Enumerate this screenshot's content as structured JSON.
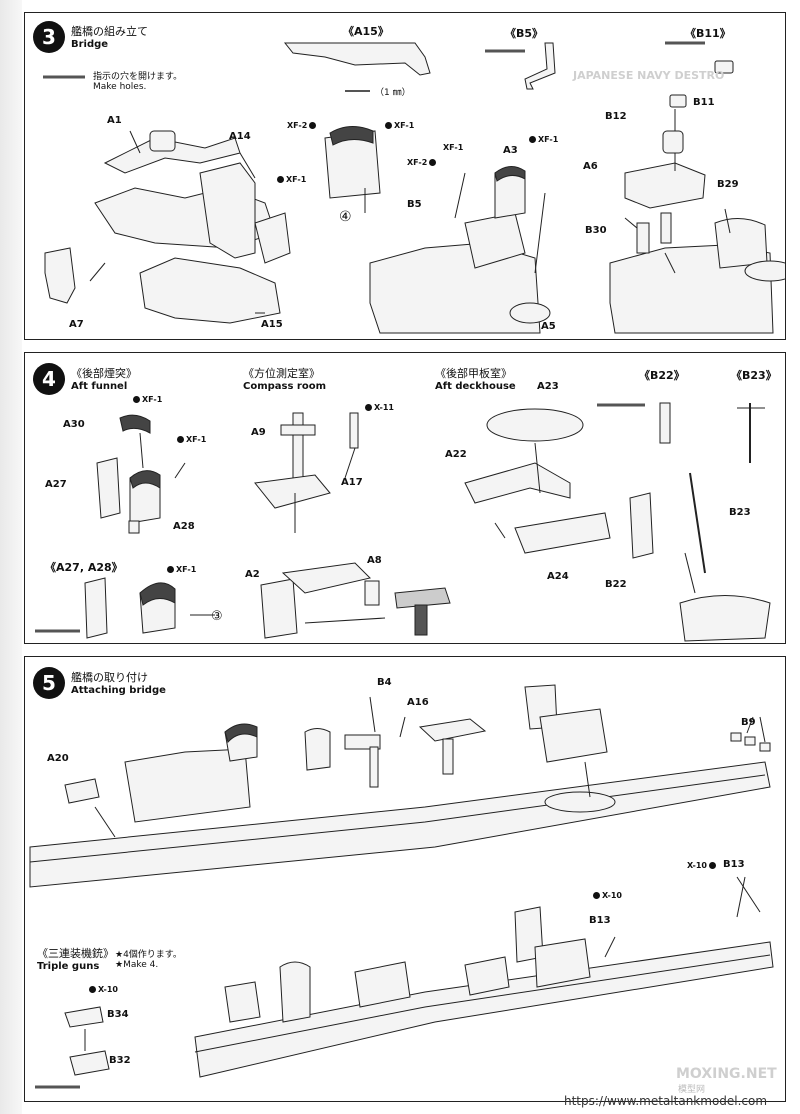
{
  "steps": {
    "s3": {
      "num": "3",
      "jp": "艦橋の組み立て",
      "en": "Bridge"
    },
    "s4": {
      "num": "4"
    },
    "s5": {
      "num": "5",
      "jp": "艦橋の取り付け",
      "en": "Attaching bridge"
    }
  },
  "s3": {
    "holes_jp": "指示の穴を開けます。",
    "holes_en": "Make holes.",
    "a15_title": "《A15》",
    "b5_title": "《B5》",
    "b11_title": "《B11》",
    "mm": "（1 ㎜）",
    "labels": {
      "A1": "A1",
      "A14": "A14",
      "A7": "A7",
      "A15": "A15",
      "A3": "A3",
      "B5": "B5",
      "A5": "A5",
      "B11": "B11",
      "B12": "B12",
      "A6": "A6",
      "B29": "B29",
      "B30": "B30"
    },
    "paints": {
      "xf1": "XF-1",
      "xf2": "XF-2"
    },
    "circ4": "④",
    "bg_text": "JAPANESE NAVY DESTRO"
  },
  "s4": {
    "aft_funnel_jp": "《後部煙突》",
    "aft_funnel_en": "Aft funnel",
    "compass_jp": "《方位測定室》",
    "compass_en": "Compass room",
    "deckhouse_jp": "《後部甲板室》",
    "deckhouse_en": "Aft deckhouse",
    "b22_title": "《B22》",
    "b23_title": "《B23》",
    "a27a28_title": "《A27, A28》",
    "labels": {
      "A30": "A30",
      "A27": "A27",
      "A28": "A28",
      "A9": "A9",
      "A17": "A17",
      "A2": "A2",
      "A8": "A8",
      "A22": "A22",
      "A23": "A23",
      "A24": "A24",
      "B22": "B22",
      "B23": "B23"
    },
    "paints": {
      "xf1": "XF-1",
      "x11": "X-11"
    },
    "circ3": "③"
  },
  "s5": {
    "triple_jp": "《三連装機銃》",
    "triple_en": "Triple guns",
    "make4_jp": "★4個作ります。",
    "make4_en": "★Make 4.",
    "labels": {
      "B4": "B4",
      "A16": "A16",
      "A20": "A20",
      "B9": "B9",
      "B13": "B13",
      "B34": "B34",
      "B32": "B32"
    },
    "paints": {
      "x10": "X-10"
    }
  },
  "watermark": {
    "brand": "MOXING.NET",
    "sub": "模型网",
    "url": "https://www.metaltankmodel.com"
  }
}
